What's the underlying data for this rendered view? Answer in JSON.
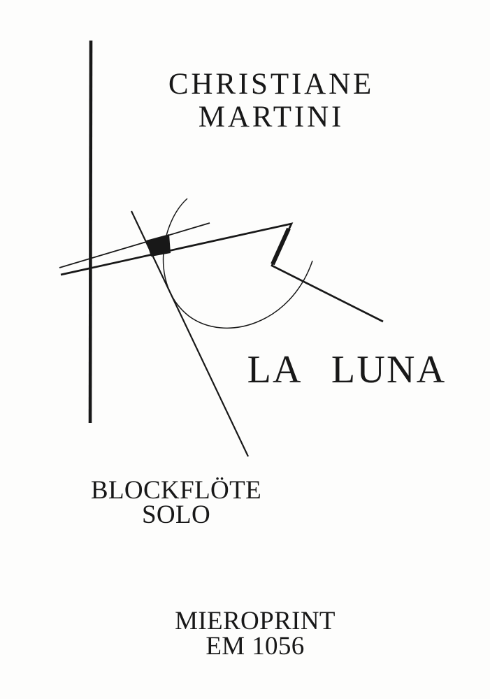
{
  "colors": {
    "background": "#fdfdfc",
    "ink": "#181818"
  },
  "composer": {
    "line1": "CHRISTIANE",
    "line2": "MARTINI"
  },
  "title": "LA LUNA",
  "instrumentation": {
    "line1": "BLOCKFLÖTE",
    "line2": "SOLO"
  },
  "publisher": {
    "name": "MIEROPRINT",
    "catalog_number": "EM 1056"
  },
  "artwork": {
    "name": "abstract-crescent-line-drawing"
  }
}
